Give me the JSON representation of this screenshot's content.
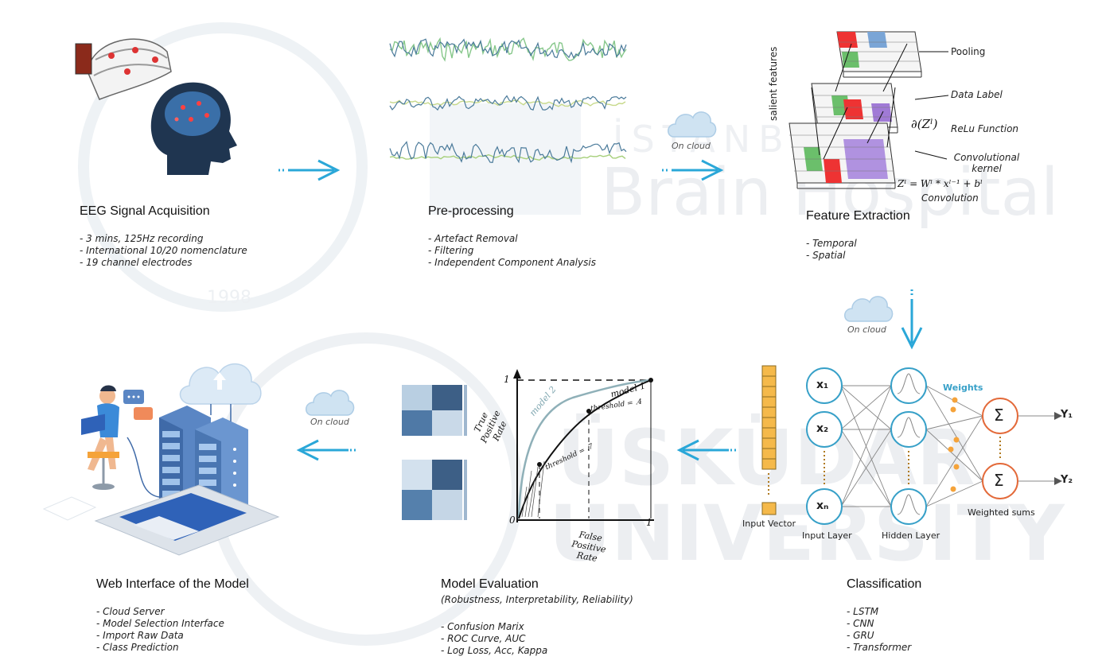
{
  "background": {
    "watermark_line1": "İSTANBUL",
    "watermark_line2": "Brain Hospital",
    "watermark_line3": "ÜSKÜDAR",
    "watermark_line4": "UNIVERSITY",
    "watermark_year": "1998"
  },
  "colors": {
    "arrow": "#2aa7d8",
    "cloud": "#cfe3f2",
    "neuron_outline": "#37a0c8",
    "sum_outline": "#e36a3a",
    "input_cell": "#f5b94a"
  },
  "steps": {
    "acquisition": {
      "title": "EEG Signal Acquisition",
      "items": [
        "3 mins, 125Hz recording",
        "International 10/20 nomenclature",
        "19 channel electrodes"
      ]
    },
    "preprocessing": {
      "title": "Pre-processing",
      "items": [
        "Artefact Removal",
        "Filtering",
        "Independent Component Analysis"
      ]
    },
    "feature_extraction": {
      "title": "Feature Extraction",
      "items": [
        "Temporal",
        "Spatial"
      ],
      "labels": {
        "salient": "salient features",
        "pooling": "Pooling",
        "data_label": "Data Label",
        "relu": "ReLu Function",
        "kernel": "Convolutional kernel",
        "convolution": "Convolution",
        "derivative": "∂(Zˡ)",
        "equation": "Zˡ = Wˡ * xˡ⁻¹ + bˡ"
      }
    },
    "classification": {
      "title": "Classification",
      "items": [
        "LSTM",
        "CNN",
        "GRU",
        "Transformer"
      ],
      "labels": {
        "input_vector": "Input Vector",
        "input_layer": "Input Layer",
        "hidden_layer": "Hidden Layer",
        "weights": "Weights",
        "weighted_sums": "Weighted sums",
        "x1": "x₁",
        "x2": "x₂",
        "xn": "xₙ",
        "sum": "Σ",
        "y1": "Y₁",
        "y2": "Y₂"
      }
    },
    "evaluation": {
      "title": "Model Evaluation",
      "subtitle": "(Robustness, Interpretability, Reliability)",
      "items": [
        "Confusion Marix",
        "ROC Curve, AUC",
        "Log Loss, Acc, Kappa"
      ],
      "roc_labels": {
        "tpr": "True Positive Rate",
        "fpr": "False Positive Rate",
        "model1": "model 1",
        "model2": "model 2",
        "thr1": "threshold = .4",
        "thr2": "threshold = .7",
        "zero": "0",
        "one_x": "1",
        "one_y": "1"
      }
    },
    "web": {
      "title": "Web Interface of the Model",
      "items": [
        "Cloud Server",
        "Model Selection Interface",
        "Import Raw Data",
        "Class Prediction"
      ]
    }
  },
  "clouds": {
    "c1": "On cloud",
    "c2": "On cloud",
    "c3": "On cloud"
  }
}
